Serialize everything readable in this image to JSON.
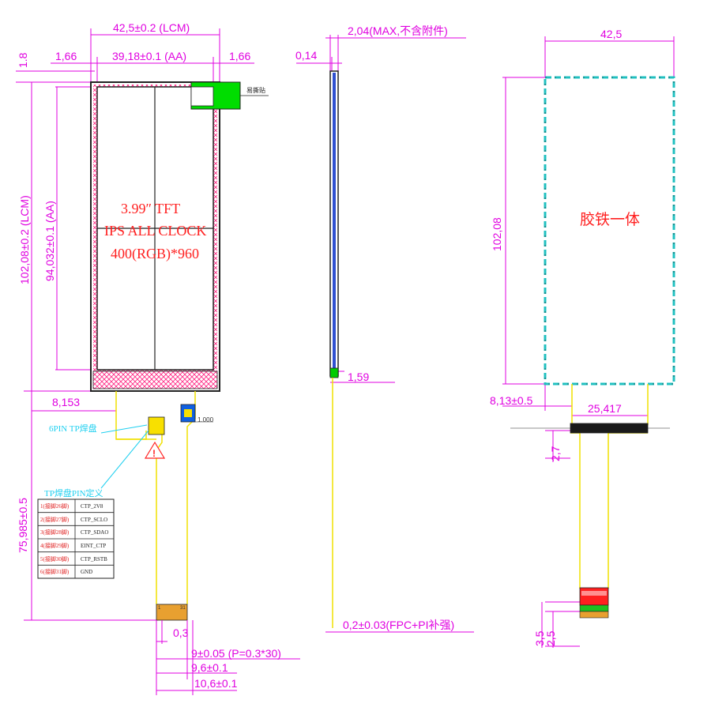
{
  "front_view": {
    "dim_lcm_width": "42,5±0.2 (LCM)",
    "dim_margin_left": "1,66",
    "dim_aa_width": "39,18±0.1 (AA)",
    "dim_margin_right": "1,66",
    "dim_top": "1.8",
    "dim_lcm_height": "102,08±0.2 (LCM)",
    "dim_aa_height": "94,032±0.1 (AA)",
    "label_easy_tear": "易撕贴",
    "panel_line1": "3.99″ TFT",
    "panel_line2": "IPS ALL CLOCK",
    "panel_line3": "400(RGB)*960",
    "dim_8153": "8,153",
    "dim_1000": "1.000",
    "label_6pin": "6PIN TP焊盘",
    "dim_fpc_length": "75,985±0.5",
    "table_title": "TP焊盘PIN定义",
    "pin_table": [
      {
        "num": "1(接脚26脚)",
        "name": "CTP_2V8"
      },
      {
        "num": "2(接脚27脚)",
        "name": "CTP_SCLO"
      },
      {
        "num": "3(接脚28脚)",
        "name": "CTP_SDAO"
      },
      {
        "num": "4(接脚29脚)",
        "name": "EINT_CTP"
      },
      {
        "num": "5(接脚30脚)",
        "name": "CTP_RSTB"
      },
      {
        "num": "6(接脚31脚)",
        "name": "GND"
      }
    ],
    "pin_first": "1",
    "pin_last": "31",
    "dim_03": "0,3",
    "dim_pitch": "9±0.05 (P=0.3*30)",
    "dim_96": "9,6±0.1",
    "dim_106": "10,6±0.1"
  },
  "side_view": {
    "dim_max": "2,04(MAX,不含附件)",
    "dim_014": "0,14",
    "dim_159": "1,59",
    "dim_fpc": "0,2±0.03(FPC+PI补强)"
  },
  "back_view": {
    "dim_width": "42,5",
    "dim_height": "102,08",
    "label_center": "胶铁一体",
    "dim_813": "8,13±0.5",
    "dim_25417": "25,417",
    "dim_27": "2,7",
    "dim_35": "3,5",
    "dim_25": "2,5"
  },
  "colors": {
    "dimension": "#e000e0",
    "panel_text": "#ff2020",
    "fpc": "#ffff00",
    "tab": "#00dd00",
    "teal_outline": "#20c0c0",
    "annotation": "#20d0f0"
  }
}
